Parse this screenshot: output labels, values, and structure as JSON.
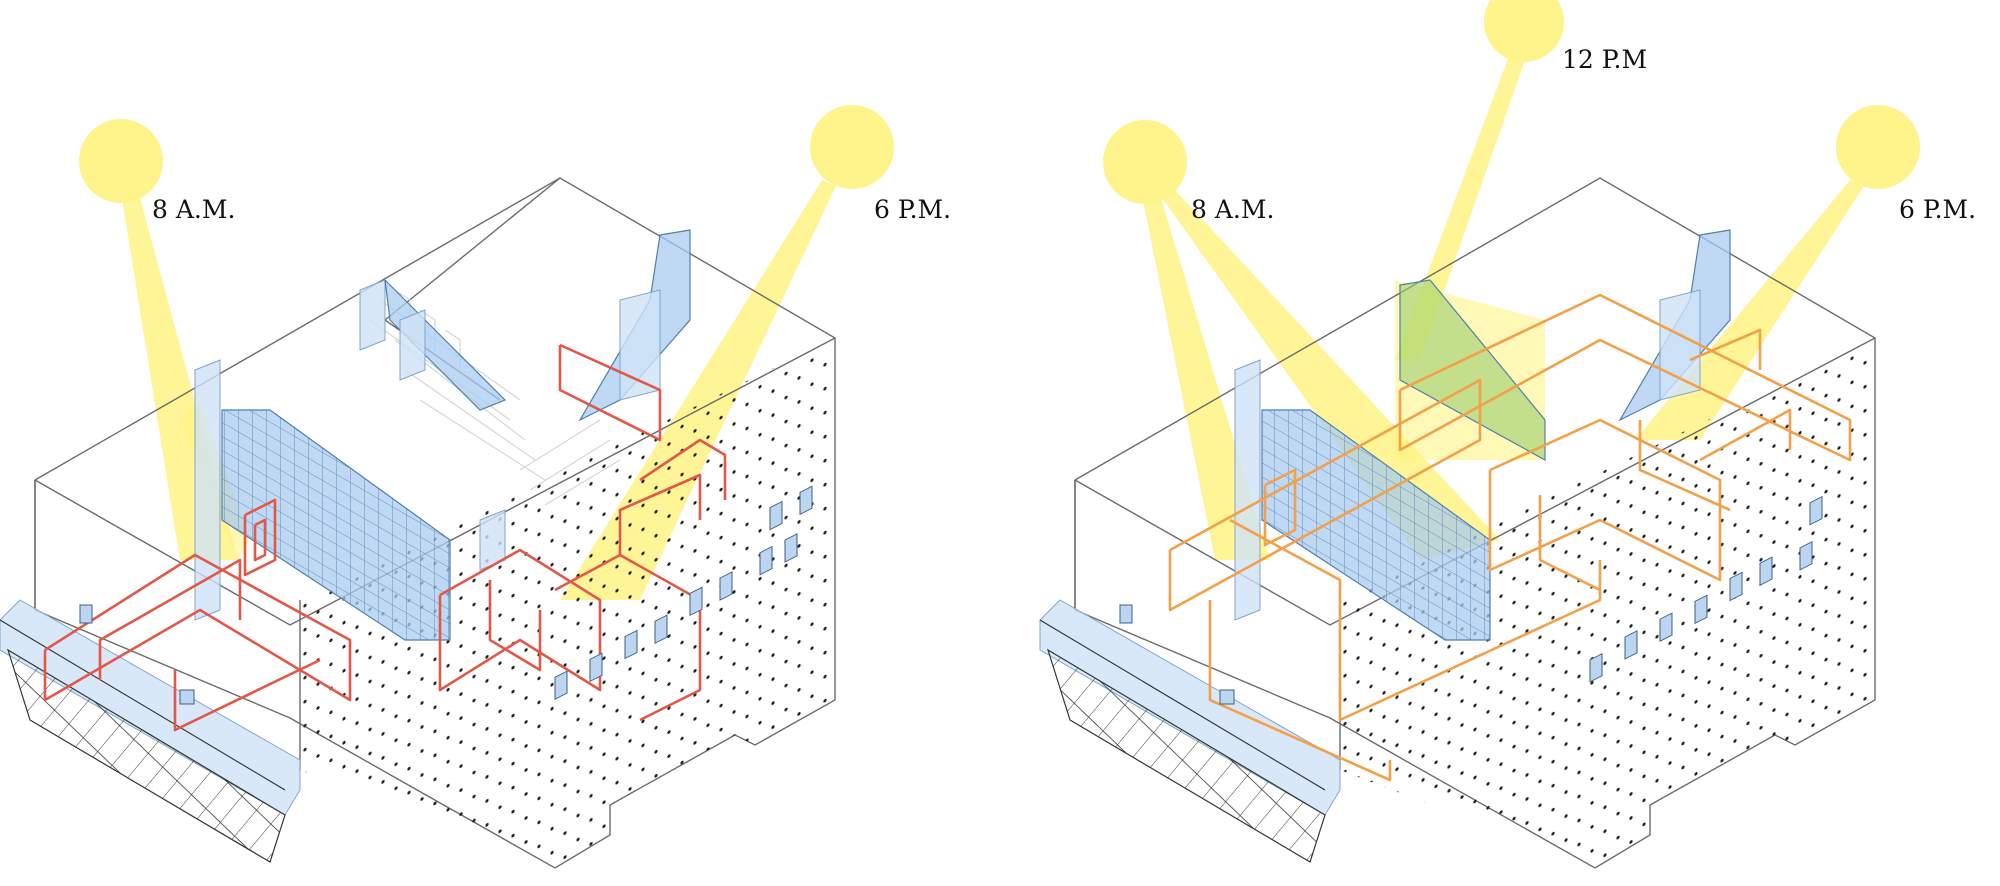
{
  "diagrams": [
    {
      "id": "left",
      "sun_labels": [
        "8 A.M.",
        "6 P.M."
      ],
      "partition_color": "#e25848"
    },
    {
      "id": "right",
      "sun_labels": [
        "12 P.M",
        "8 A.M.",
        "6 P.M."
      ],
      "partition_color": "#f2a04a"
    }
  ],
  "colors": {
    "sun": "#fff38c",
    "glass": "#a9cbef",
    "outline": "#6b6b6b"
  }
}
